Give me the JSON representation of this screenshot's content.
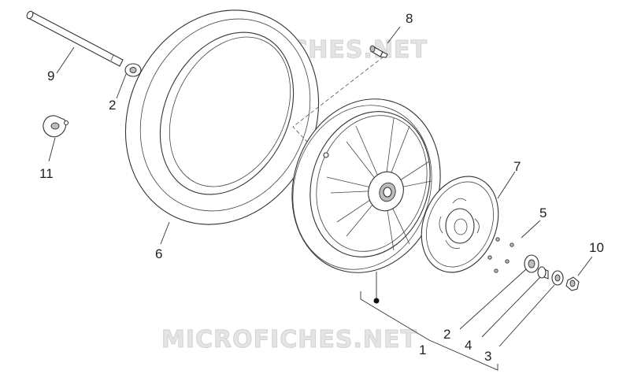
{
  "watermarks": [
    "MICROFICHES.NET",
    "MICROFICHES.NET"
  ],
  "callouts": [
    {
      "id": "9",
      "label": "9"
    },
    {
      "id": "2-top",
      "label": "2"
    },
    {
      "id": "11",
      "label": "11"
    },
    {
      "id": "6",
      "label": "6"
    },
    {
      "id": "8",
      "label": "8"
    },
    {
      "id": "7",
      "label": "7"
    },
    {
      "id": "5",
      "label": "5"
    },
    {
      "id": "10",
      "label": "10"
    },
    {
      "id": "1",
      "label": "1"
    },
    {
      "id": "2-bottom",
      "label": "2"
    },
    {
      "id": "4",
      "label": "4"
    },
    {
      "id": "3",
      "label": "3"
    }
  ]
}
